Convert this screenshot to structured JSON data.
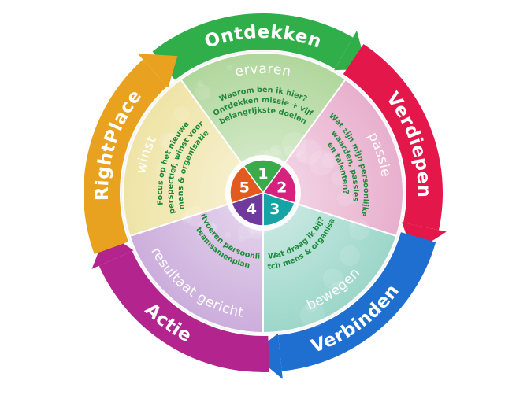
{
  "ring": [
    {
      "label": "Ontdekken",
      "color": "#2fae4a"
    },
    {
      "label": "Verdiepen",
      "color": "#e4174b"
    },
    {
      "label": "Verbinden",
      "color": "#1f6fd1"
    },
    {
      "label": "Actie",
      "color": "#b4248e"
    },
    {
      "label": "RightPlace",
      "color": "#e9a21f"
    }
  ],
  "stages": [
    {
      "number": "1",
      "label": "ervaren",
      "color": "#a6d38f",
      "questions": [
        "Waarom ben ik hier?",
        "Ontdekken missie + vijf",
        "belangrijkste doelen"
      ]
    },
    {
      "number": "2",
      "label": "passie",
      "color": "#e7a6c8",
      "questions": [
        "Wat zijn mijn persoonlijke",
        "waarden, passies",
        "en talenten?"
      ]
    },
    {
      "number": "3",
      "label": "bewegen",
      "color": "#8fd3c4",
      "questions": [
        "Wat draag ik bij?",
        "Match mens & organisatie"
      ]
    },
    {
      "number": "4",
      "label": "resultaat gericht",
      "color": "#c6a3d9",
      "questions": [
        "Uitvoeren persoonlijk",
        "teamsamenplan"
      ]
    },
    {
      "number": "5",
      "label": "winst",
      "color": "#efe39a",
      "questions": [
        "Focus op het nieuwe",
        "perspectief, winst voor",
        "mens & organisatie"
      ]
    }
  ],
  "hub_colors": [
    "#3aaa4a",
    "#d5227f",
    "#16a3a5",
    "#6f3a9c",
    "#e35a1e"
  ]
}
